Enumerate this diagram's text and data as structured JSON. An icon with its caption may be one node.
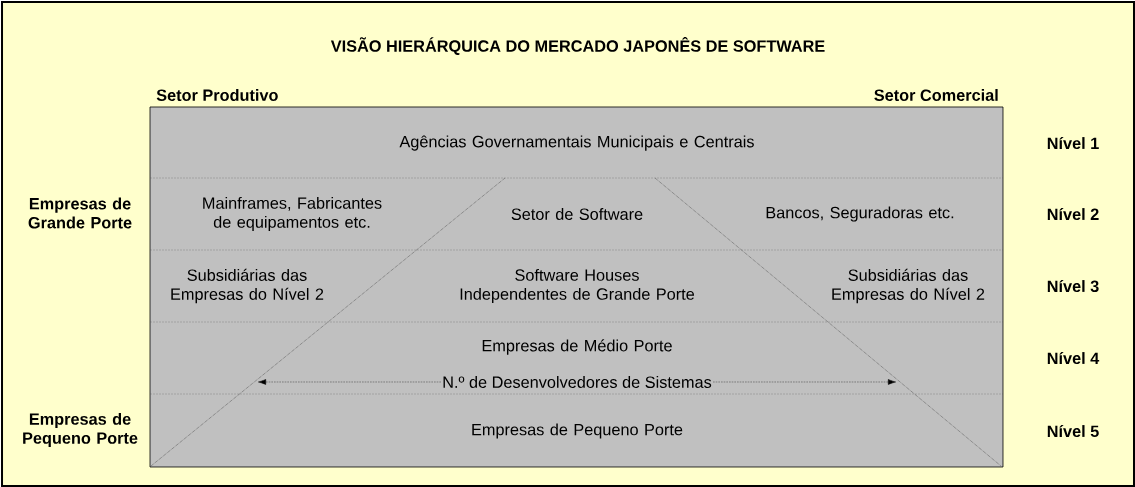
{
  "diagram": {
    "title": "VISÃO HIERÁRQUICA DO MERCADO JAPONÊS DE SOFTWARE",
    "nodes": [
      {
        "text": [],
        "shape": "box"
      },
      {
        "text": [
          "Agências Governamentais Municipais e Centrais"
        ],
        "in": 0
      },
      {
        "text": [
          "Mainframes, Fabricantes de equipamentos etc.",
          "Setor de Software",
          "Bancos, Seguradoras etc."
        ],
        "in": 0
      },
      {
        "text": [
          "Subsidiárias das Empresas do Nível 2",
          "Software Houses Independentes de Grande Porte",
          "Subsidiárias das Empresas do Nível 2"
        ],
        "in": 0
      },
      {
        "text": [
          "Empresas de Médio Porte"
        ],
        "in": 0
      },
      {
        "text": [
          "Empresas de Pequeno Porte"
        ],
        "in": 0
      }
    ],
    "labels": [
      "Setor Produtivo",
      "Setor Comercial",
      "Nível 1",
      "Empresas de Grande Porte",
      "Nível 2",
      "Nível 3",
      "Nível 4",
      "N.º de Desenvolvedores de Sistemas",
      "Empresas de Pequeno Porte",
      "Nível 5"
    ]
  }
}
